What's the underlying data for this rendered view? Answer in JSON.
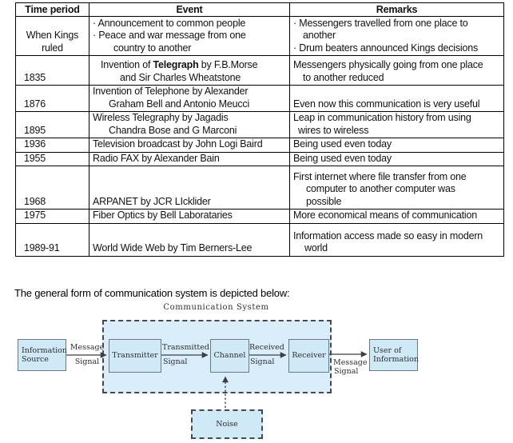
{
  "colors": {
    "box_fill": "#cfe9f7",
    "system_fill": "#d9edfa",
    "box_border": "#6a7884",
    "dash_border": "#45494d",
    "table_border": "#000000",
    "arrow": "#3a3f44"
  },
  "table": {
    "headers": [
      "Time period",
      "Event",
      "Remarks"
    ],
    "rows": [
      {
        "time": [
          "When Kings",
          "ruled"
        ],
        "time_center": true,
        "event": [
          {
            "t": "· Announcement to common people",
            "ind": 4
          },
          {
            "t": "· Peace and war message from one",
            "ind": 4
          },
          {
            "t": "country to another",
            "ind": 30
          }
        ],
        "remarks": [
          {
            "t": "· Messengers travelled from one place to",
            "ind": 4
          },
          {
            "t": "another",
            "ind": 16
          },
          {
            "t": "· Drum beaters announced Kings decisions",
            "ind": 4
          }
        ]
      },
      {
        "time": [
          "1835"
        ],
        "time_center": false,
        "event": [
          {
            "parts": [
              {
                "t": "Invention of "
              },
              {
                "t": "Telegraph",
                "b": true
              },
              {
                "t": " by F.B.Morse"
              }
            ],
            "ind": 14
          },
          {
            "t": "and Sir Charles Wheatstone",
            "ind": 38
          }
        ],
        "remarks": [
          {
            "t": "Messengers physically going from one place",
            "ind": 4
          },
          {
            "t": "to another reduced",
            "ind": 16
          }
        ]
      },
      {
        "time": [
          "1876"
        ],
        "time_center": false,
        "event": [
          {
            "t": "Invention of Telephone by Alexander",
            "ind": 4
          },
          {
            "t": "Graham Bell and Antonio Meucci",
            "ind": 24
          }
        ],
        "remarks": [
          {
            "t": "Even now this communication is very useful",
            "ind": 4
          }
        ]
      },
      {
        "time": [
          "1895"
        ],
        "time_center": false,
        "event": [
          {
            "t": "Wireless Telegraphy by Jagadis",
            "ind": 4
          },
          {
            "t": "Chandra Bose and G Marconi",
            "ind": 24
          }
        ],
        "remarks": [
          {
            "t": "Leap in communication history from using",
            "ind": 4
          },
          {
            "t": "wires to wireless",
            "ind": 10
          }
        ]
      },
      {
        "time": [
          "1936"
        ],
        "time_center": false,
        "event": [
          {
            "t": "Television broadcast by John Logi Baird",
            "ind": 4
          }
        ],
        "remarks": [
          {
            "t": "Being used even today",
            "ind": 4
          }
        ]
      },
      {
        "time": [
          "1955"
        ],
        "time_center": false,
        "event": [
          {
            "t": "Radio FAX by Alexander Bain",
            "ind": 4
          }
        ],
        "remarks": [
          {
            "t": "Being used even today",
            "ind": 4
          }
        ]
      },
      {
        "time": [
          "1968"
        ],
        "time_center": false,
        "event": [
          {
            "t": "ARPANET by JCR LIcklider",
            "ind": 4
          }
        ],
        "remarks": [
          {
            "t": "First internet where file transfer from one",
            "ind": 4
          },
          {
            "t": "computer to another computer was",
            "ind": 20
          },
          {
            "t": "possible",
            "ind": 20
          }
        ]
      },
      {
        "time": [
          "1975"
        ],
        "time_center": false,
        "event": [
          {
            "t": "Fiber Optics by Bell Laborataries",
            "ind": 4
          }
        ],
        "remarks": [
          {
            "t": "More economical means of communication",
            "ind": 4
          }
        ]
      },
      {
        "time": [
          "1989-91"
        ],
        "time_center": false,
        "event": [
          {
            "t": "World Wide Web by Tim Berners-Lee",
            "ind": 4
          }
        ],
        "remarks": [
          {
            "t": "Information access made so easy in modern",
            "ind": 4
          },
          {
            "t": "world",
            "ind": 18
          }
        ]
      }
    ]
  },
  "intro": "The general form of communication system is depicted below:",
  "diagram": {
    "title": "Communication System",
    "boxes": {
      "information_source": "Information\nSource",
      "transmitter": "Transmitter",
      "channel": "Channel",
      "receiver": "Receiver",
      "user": "User of\nInformation",
      "noise": "Noise"
    },
    "signals": {
      "s1_line1": "Message",
      "s1_line2": "Signal",
      "s2_line1": "Transmitted",
      "s2_line2": "Signal",
      "s3_line1": "Received",
      "s3_line2": "Signal",
      "s4_line1": "Message",
      "s4_line2": "Signal"
    }
  }
}
